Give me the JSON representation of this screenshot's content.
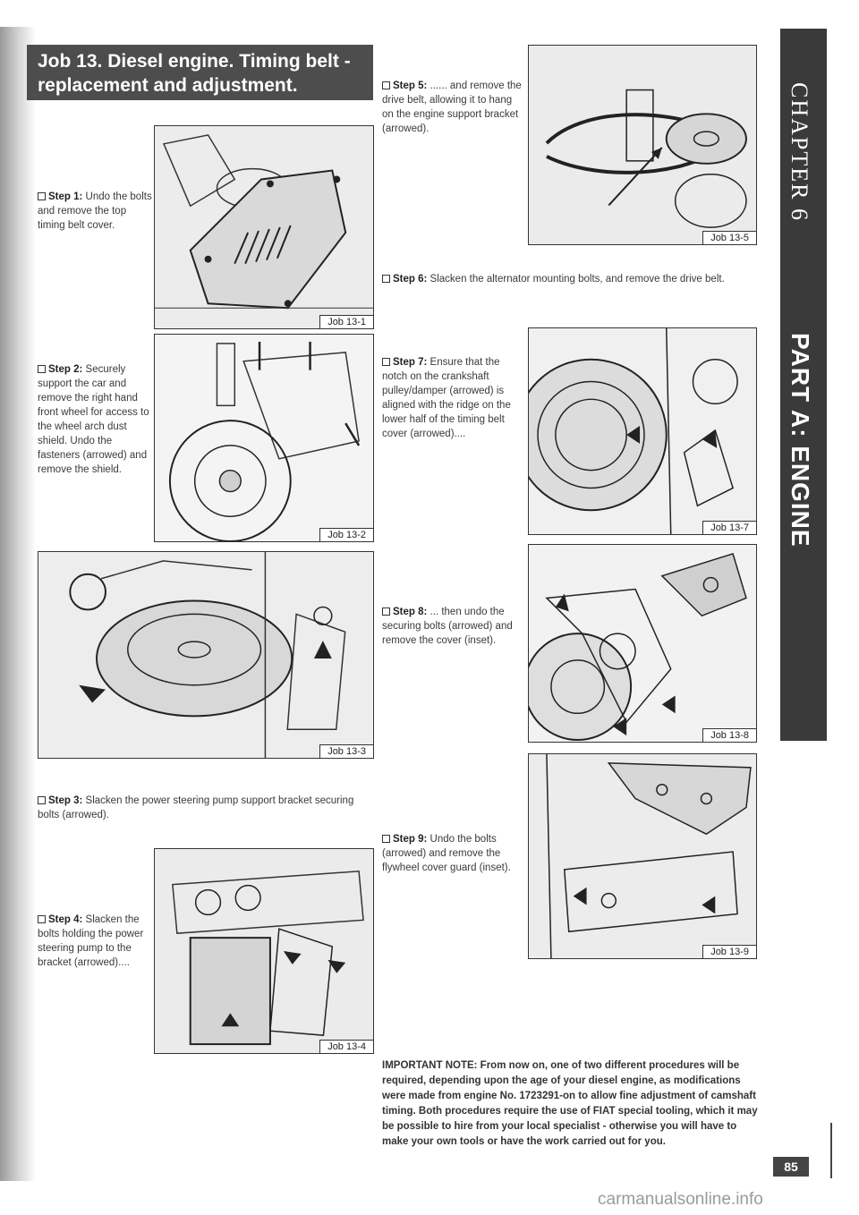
{
  "header": {
    "title": "Job 13. Diesel engine. Timing belt - replacement and adjustment."
  },
  "steps": [
    {
      "label": "Step 1:",
      "text": "Undo the bolts and remove the top timing belt cover."
    },
    {
      "label": "Step 2:",
      "text": "Securely support the car and remove the right hand front wheel for access to the wheel arch dust shield. Undo the fasteners (arrowed) and remove the shield."
    },
    {
      "label": "Step 3:",
      "text": "Slacken the power steering pump support bracket securing bolts (arrowed)."
    },
    {
      "label": "Step 4:",
      "text": "Slacken the bolts holding the power steering pump to the bracket (arrowed)...."
    },
    {
      "label": "Step 5:",
      "text": "...... and remove the drive belt, allowing it to hang on the engine support bracket (arrowed)."
    },
    {
      "label": "Step 6:",
      "text": "Slacken the alternator mounting bolts, and remove the drive belt."
    },
    {
      "label": "Step 7:",
      "text": "Ensure that the notch on the crankshaft pulley/damper (arrowed) is aligned with the ridge on the lower half of the timing belt cover (arrowed)...."
    },
    {
      "label": "Step 8:",
      "text": "... then undo the securing bolts (arrowed) and remove the cover (inset)."
    },
    {
      "label": "Step 9:",
      "text": "Undo the bolts (arrowed) and remove the flywheel cover guard (inset)."
    }
  ],
  "figures": {
    "f1": "Job 13-1",
    "f2": "Job 13-2",
    "f3": "Job 13-3",
    "f4": "Job 13-4",
    "f5": "Job 13-5",
    "f7": "Job 13-7",
    "f8": "Job 13-8",
    "f9": "Job 13-9"
  },
  "note": "IMPORTANT NOTE: From now on, one of two different procedures will be required, depending upon the age of your diesel engine, as modifications were made from engine No. 1723291-on to allow fine adjustment of camshaft timing. Both procedures require the use of FIAT special tooling, which it may be possible to hire from your local specialist - otherwise you will have to make your own tools or have the work carried out for you.",
  "sidebar": {
    "chapter": "CHAPTER 6",
    "part": "PART A: ENGINE"
  },
  "page_number": "85",
  "watermark": "carmanualsonline.info"
}
